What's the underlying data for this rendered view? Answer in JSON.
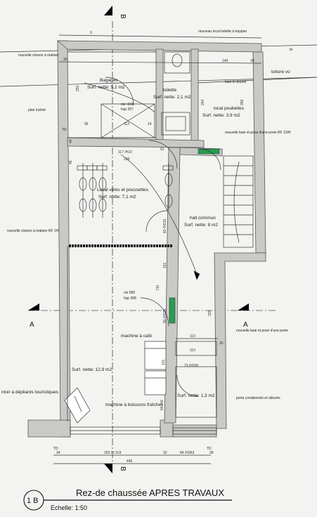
{
  "section_labels": {
    "b": "B",
    "a": "A"
  },
  "rooms": {
    "bagages": {
      "name": "Bagages",
      "area": "Surf. nette: 5,2 m2"
    },
    "toilette": {
      "name": "toilette",
      "area": "Surf. nette: 2,1 m2"
    },
    "poubelles": {
      "name": "local poubelles",
      "area": "Surf. nette: 3,9 m2"
    },
    "velos": {
      "name": "Local vélos et poussettes",
      "area": "Surf. nette: 7,1 m2"
    },
    "hall": {
      "name": "hall commun",
      "area": "Surf. nette: 8 m2"
    },
    "main": {
      "area": "Surf. nette: 12,9 m2"
    },
    "small": {
      "area": "Surf. nette: 1,3 m2"
    }
  },
  "annotations": {
    "nouvelle_cloison_top": "nouvelle cloison à réaliser",
    "nouveau_local": "nouveau local toilette à équiper",
    "baie_obturer": "baie à obturer",
    "toiture": "toiture vo",
    "plan_incline": "plan incliné",
    "nouvelle_baie_top": "nouvelle baie et pose d'une porte RF 1/2H",
    "nouvelle_cloison_rf": "nouvelle cloison à réaliser RF 1H",
    "machine_cafe": "machine à café",
    "nouvelle_baie_mid": "nouvelle baie et pose d'une porte",
    "comptoir": "ntoir à dépliants touristiques",
    "machine_boissons": "machine à boissons fraîches",
    "porte_condamnee": "porte condamnée et obturée",
    "td_left": "TD",
    "td_right": "TD",
    "niv_top": "niv -018",
    "hsp_top": "hsp 257",
    "niv_mid": "niv 000",
    "hsp_mid": "hsp 368",
    "br": "br"
  },
  "dimensions": {
    "d_top": "9",
    "d30a": "30",
    "d149": "149",
    "d30b": "30",
    "d250": "250",
    "d358": "358",
    "d264": "264",
    "d96": "96",
    "d112": "112",
    "d24": "24",
    "d49": "49",
    "d48": "48",
    "d117h": "117 /H10",
    "d91": "91",
    "d209": "209",
    "d83h": "83 /H210",
    "d151": "151",
    "d710": "710",
    "d90h": "90 /H215",
    "d325": "325",
    "d110a": "110",
    "d30c": "30",
    "d110b": "110",
    "d131": "131",
    "d73h": "73 /H205",
    "d84h": "84 /H2",
    "d34": "34",
    "d259": "259 /H 319",
    "d33": "33",
    "d84b": "84 /H363",
    "d38": "38",
    "d446": "446"
  },
  "title_block": {
    "badge": "1 B",
    "title": "Rez-de chaussée APRES TRAVAUX",
    "scale": "Echelle: 1:50"
  }
}
